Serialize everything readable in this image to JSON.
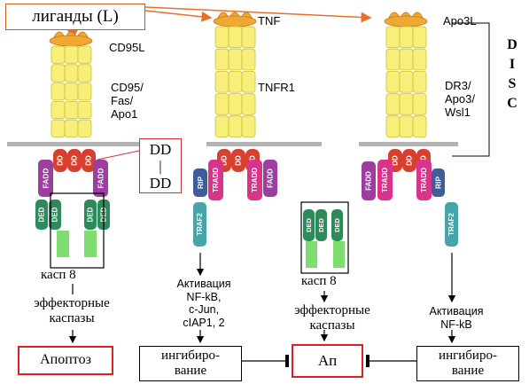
{
  "ligands_label": "лиганды (L)",
  "disc_letters": [
    "D",
    "I",
    "S",
    "C"
  ],
  "dd_box": {
    "top": "DD",
    "middle": "|",
    "bottom": "DD"
  },
  "domain_text": {
    "dd": "DD",
    "fadd": "FADD",
    "tradd": "TRADD",
    "rip": "RIP",
    "traf2": "TRAF2",
    "ded": "DED"
  },
  "left_receptor": {
    "ligand": "CD95L",
    "receptor": [
      "CD95/",
      "Fas/",
      "Apo1"
    ],
    "casp8": "касп 8",
    "effector": [
      "эффекторные",
      "каспазы"
    ],
    "outcome": "Апоптоз"
  },
  "middle_receptor": {
    "ligand": "TNF",
    "receptor": "TNFR1",
    "activation": [
      "Активация",
      "NF-kB,",
      "c-Jun,",
      "cIAP1, 2"
    ],
    "inhibition": [
      "ингибиро-",
      "вание"
    ]
  },
  "center": {
    "casp8": "касп 8",
    "effector": [
      "эффекторные",
      "каспазы"
    ],
    "outcome": "Ап"
  },
  "right_receptor": {
    "ligand": "Apo3L",
    "receptor": [
      "DR3/",
      "Apo3/",
      "Wsl1"
    ],
    "activation": [
      "Активация",
      "NF-kB"
    ],
    "inhibition": [
      "ингибиро-",
      "вание"
    ]
  },
  "colors": {
    "ligand": "#f0a830",
    "receptor": "#f7ef7a",
    "death_domain": "#d8402e",
    "fadd": "#9b3ea0",
    "tradd": "#d9348c",
    "rip": "#3f5d9a",
    "traf2": "#47a4a8",
    "ded": "#2e8a5a",
    "caspase": "#7fdc6e",
    "outcome_border": "#e02020",
    "arrow": "#e8702a",
    "membrane": "#b3b3b3"
  }
}
